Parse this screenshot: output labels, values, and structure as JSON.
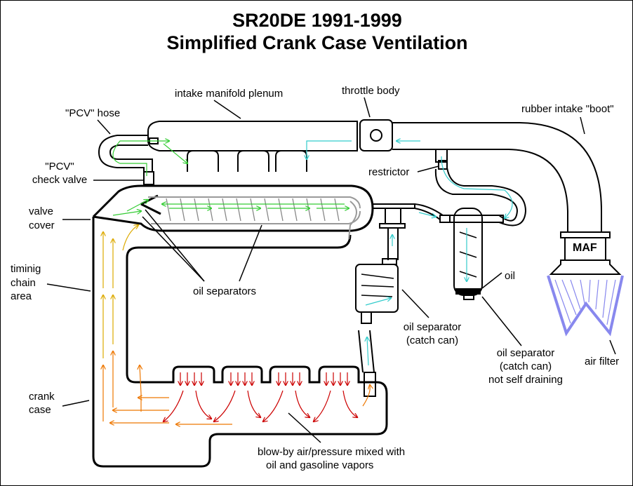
{
  "title": {
    "line1": "SR20DE 1991-1999",
    "line2": "Simplified Crank Case Ventilation"
  },
  "labels": {
    "plenum": "intake manifold plenum",
    "throttle": "throttle body",
    "boot": "rubber intake \"boot\"",
    "pcv_hose": "\"PCV\" hose",
    "check_valve_1": "\"PCV\"",
    "check_valve_2": "check valve",
    "restrictor": "restrictor",
    "valve_cover_1": "valve",
    "valve_cover_2": "cover",
    "maf": "MAF",
    "timing_1": "timinig",
    "timing_2": "chain",
    "timing_3": "area",
    "oil_separators": "oil separators",
    "oil": "oil",
    "catch_can_1": "oil separator",
    "catch_can_2": "(catch can)",
    "catch_can_nd_1": "oil separator",
    "catch_can_nd_2": "(catch can)",
    "catch_can_nd_3": "not self draining",
    "air_filter": "air filter",
    "crank_1": "crank",
    "crank_2": "case",
    "blowby_1": "blow-by air/pressure mixed with",
    "blowby_2": "oil and gasoline vapors"
  },
  "colors": {
    "outline": "#000000",
    "fresh_air_flow": "#33cccc",
    "pcv_flow": "#33cc33",
    "blowby_hot": "#cc0000",
    "blowby_mid": "#ee7700",
    "blowby_cool": "#ddaa00",
    "air_filter": "#8888ee",
    "oil": "#000000"
  }
}
